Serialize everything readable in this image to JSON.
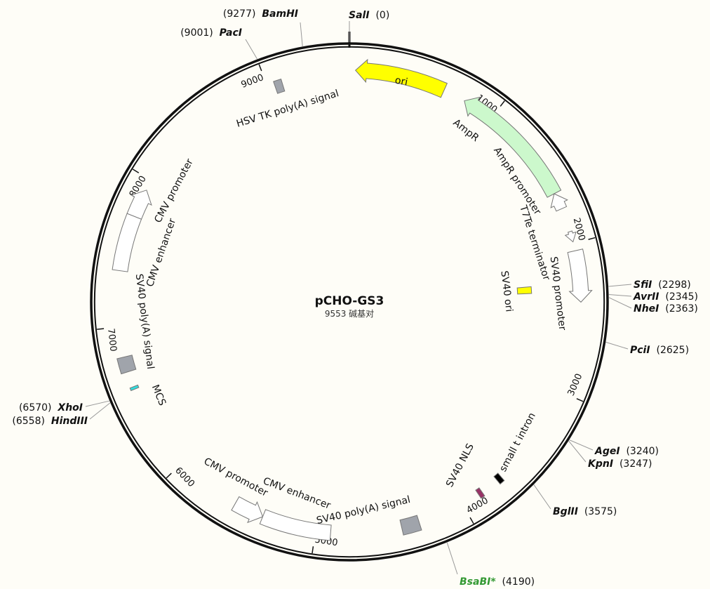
{
  "plasmid": {
    "name": "pCHO-GS3",
    "length_bp": 9553,
    "length_label": "9553 碱基对"
  },
  "ticks": [
    "1000",
    "2000",
    "3000",
    "4000",
    "5000",
    "6000",
    "7000",
    "8000",
    "9000"
  ],
  "tick_values": [
    1000,
    2000,
    3000,
    4000,
    5000,
    6000,
    7000,
    8000,
    9000
  ],
  "features": [
    {
      "name": "ori",
      "start": 40,
      "end": 640,
      "direction": "reverse",
      "shape": "arrow",
      "color": "#ffff00"
    },
    {
      "name": "AmpR",
      "start": 790,
      "end": 1650,
      "direction": "reverse",
      "shape": "arrow",
      "color": "#ccf8cc"
    },
    {
      "name": "AmpR promoter",
      "start": 1650,
      "end": 1760,
      "direction": "reverse",
      "shape": "arrow",
      "color": "#ffffff"
    },
    {
      "name": "T7Te terminator",
      "start": 1920,
      "end": 1990,
      "direction": "forward",
      "shape": "arrow",
      "color": "#ffffff"
    },
    {
      "name": "SV40 promoter",
      "start": 2050,
      "end": 2390,
      "direction": "forward",
      "shape": "arrow",
      "color": "#ffffff"
    },
    {
      "name": "SV40 ori",
      "start": 2262,
      "end": 2318,
      "direction": "none",
      "shape": "box",
      "color": "#ffff00"
    },
    {
      "name": "small t intron",
      "start": 3690,
      "end": 3725,
      "direction": "none",
      "shape": "box",
      "color": "#000000"
    },
    {
      "name": "SV40 NLS",
      "start": 3850,
      "end": 3878,
      "direction": "none",
      "shape": "box",
      "color": "#993366"
    },
    {
      "name": "SV40 poly(A) signal",
      "start": 4310,
      "end": 4430,
      "direction": "none",
      "shape": "box",
      "color": "#a0a4ab"
    },
    {
      "name": "CMV enhancer",
      "start": 4900,
      "end": 5360,
      "direction": "none",
      "shape": "box",
      "color": "#ffffff"
    },
    {
      "name": "CMV promoter",
      "start": 5360,
      "end": 5560,
      "direction": "reverse",
      "shape": "arrow",
      "color": "#ffffff"
    },
    {
      "name": "MCS",
      "start": 6578,
      "end": 6596,
      "direction": "none",
      "shape": "box",
      "color": "#33dddd"
    },
    {
      "name": "SV40 poly(A) signal",
      "start": 6700,
      "end": 6800,
      "direction": "none",
      "shape": "box",
      "color": "#a0a4ab"
    },
    {
      "name": "CMV enhancer",
      "start": 7370,
      "end": 7740,
      "direction": "none",
      "shape": "box",
      "color": "#ffffff"
    },
    {
      "name": "CMV promoter",
      "start": 7740,
      "end": 7930,
      "direction": "forward",
      "shape": "arrow",
      "color": "#ffffff"
    },
    {
      "name": "HSV TK poly(A) signal",
      "start": 9048,
      "end": 9100,
      "direction": "none",
      "shape": "box",
      "color": "#a0a4ab"
    }
  ],
  "sites": [
    {
      "name": "SalI",
      "pos": 0,
      "color": "#111111"
    },
    {
      "name": "BamHI",
      "pos": 9277,
      "color": "#111111"
    },
    {
      "name": "PacI",
      "pos": 9001,
      "color": "#111111"
    },
    {
      "name": "SfiI",
      "pos": 2298,
      "color": "#111111"
    },
    {
      "name": "AvrII",
      "pos": 2345,
      "color": "#111111"
    },
    {
      "name": "NheI",
      "pos": 2363,
      "color": "#111111"
    },
    {
      "name": "PciI",
      "pos": 2625,
      "color": "#111111"
    },
    {
      "name": "AgeI",
      "pos": 3240,
      "color": "#111111"
    },
    {
      "name": "KpnI",
      "pos": 3247,
      "color": "#111111"
    },
    {
      "name": "BglII",
      "pos": 3575,
      "color": "#111111"
    },
    {
      "name": "BsaBI*",
      "pos": 4190,
      "color": "#339933"
    },
    {
      "name": "XhoI",
      "pos": 6570,
      "color": "#111111"
    },
    {
      "name": "HindIII",
      "pos": 6558,
      "color": "#111111"
    }
  ]
}
